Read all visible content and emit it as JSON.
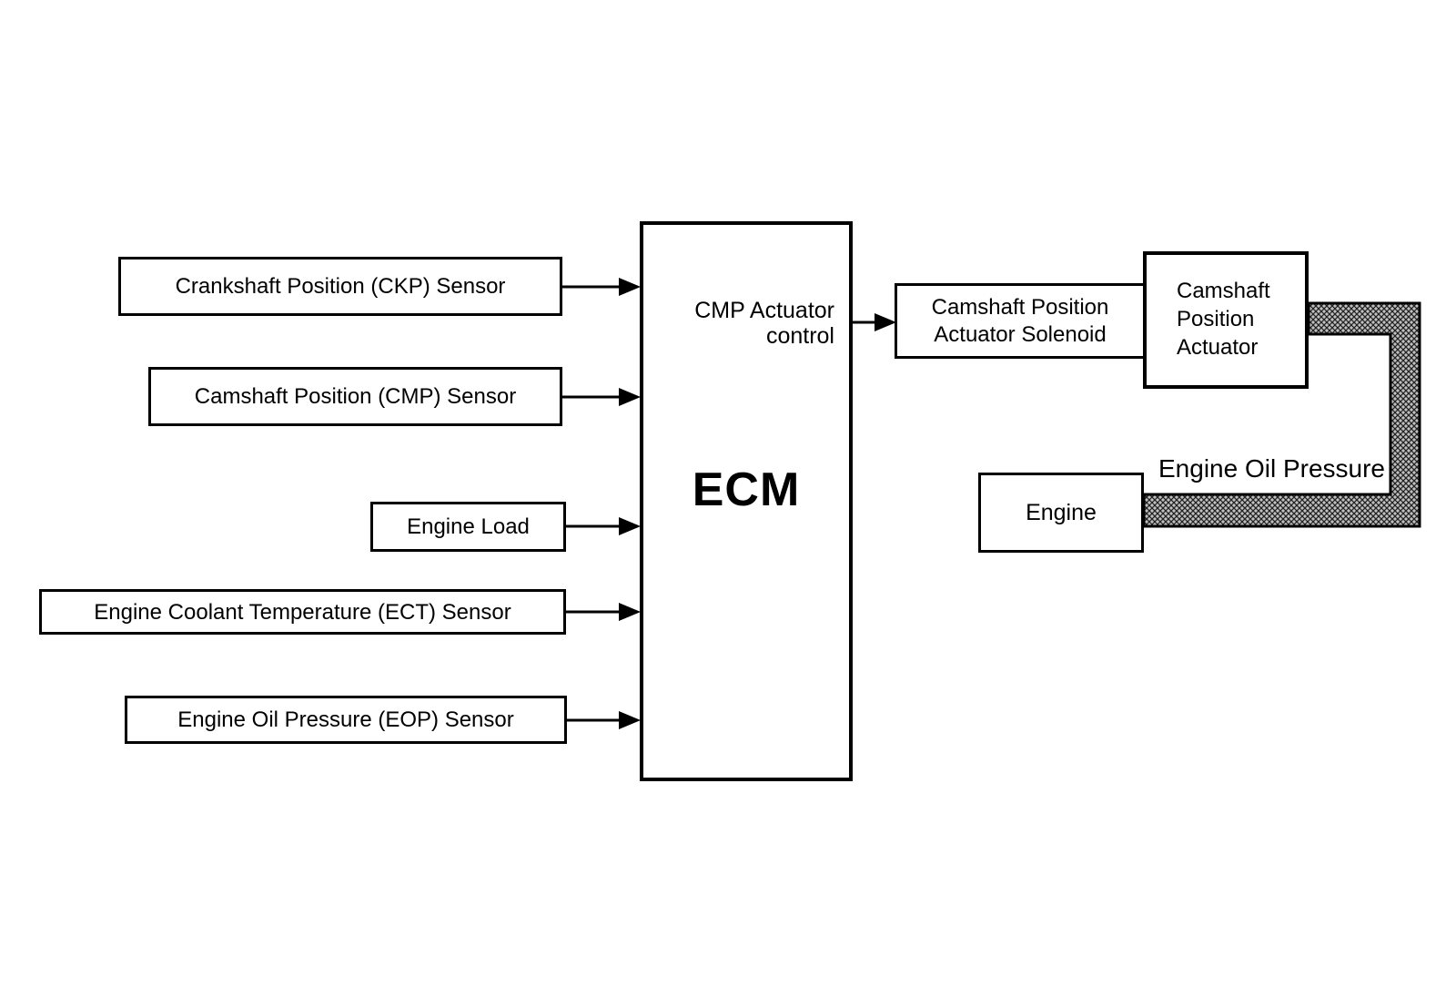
{
  "diagram": {
    "sensors": [
      {
        "label": "Crankshaft Position (CKP) Sensor"
      },
      {
        "label": "Camshaft Position (CMP) Sensor"
      },
      {
        "label": "Engine Load"
      },
      {
        "label": "Engine Coolant Temperature (ECT) Sensor"
      },
      {
        "label": "Engine Oil Pressure (EOP) Sensor"
      }
    ],
    "ecm": {
      "title": "ECM",
      "control_line1": "CMP Actuator",
      "control_line2": "control"
    },
    "solenoid": {
      "label": "Camshaft Position Actuator Solenoid"
    },
    "actuator": {
      "label": "Camshaft Position Actuator"
    },
    "engine": {
      "label": "Engine"
    },
    "oil_pressure": {
      "label": "Engine Oil Pressure"
    },
    "colors": {
      "line": "#000000",
      "box_fill": "#ffffff",
      "hatch_base": "#c0c0c0",
      "hatch_line": "#222222"
    }
  }
}
